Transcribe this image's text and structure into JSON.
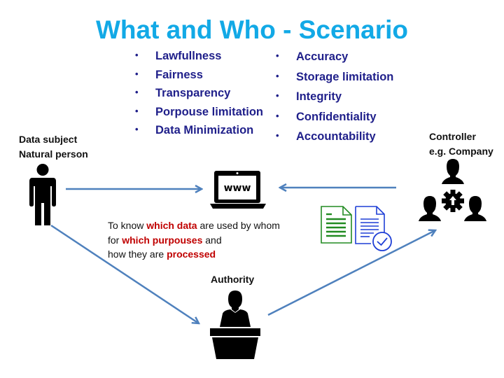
{
  "title": "What and Who - Scenario",
  "principles_left": [
    "Lawfullness",
    "Fairness",
    "Transparency",
    "Porpouse limitation",
    "Data Minimization"
  ],
  "principles_right": [
    "Accuracy",
    "Storage limitation",
    "Integrity",
    "Confidentiality",
    "Accountability"
  ],
  "bullet_glyph": "•",
  "actors": {
    "data_subject": {
      "line1": "Data subject",
      "line2": "Natural person",
      "icon": "person-icon"
    },
    "controller": {
      "line1": "Controller",
      "line2": "e.g. Company",
      "icon": "team-gear-icon"
    },
    "authority": {
      "label": "Authority",
      "icon": "speaker-podium-icon"
    },
    "website": {
      "text": "www",
      "icon": "laptop-www-icon"
    }
  },
  "description": {
    "line1": {
      "pre": "To know ",
      "hl": "which data",
      "post": " are used by whom"
    },
    "line2": {
      "pre": "for ",
      "hl": "which purpouses",
      "post": " and"
    },
    "line3": {
      "pre": "how they are ",
      "hl": "processed",
      "post": ""
    }
  },
  "documents": [
    "document-green-icon",
    "document-check-blue-icon"
  ],
  "colors": {
    "title": "#12a9e6",
    "principles": "#1f1f8a",
    "highlight": "#c00000",
    "arrow": "#4f81bd",
    "doc_green": "#228b22",
    "doc_blue": "#1f3fd6"
  }
}
